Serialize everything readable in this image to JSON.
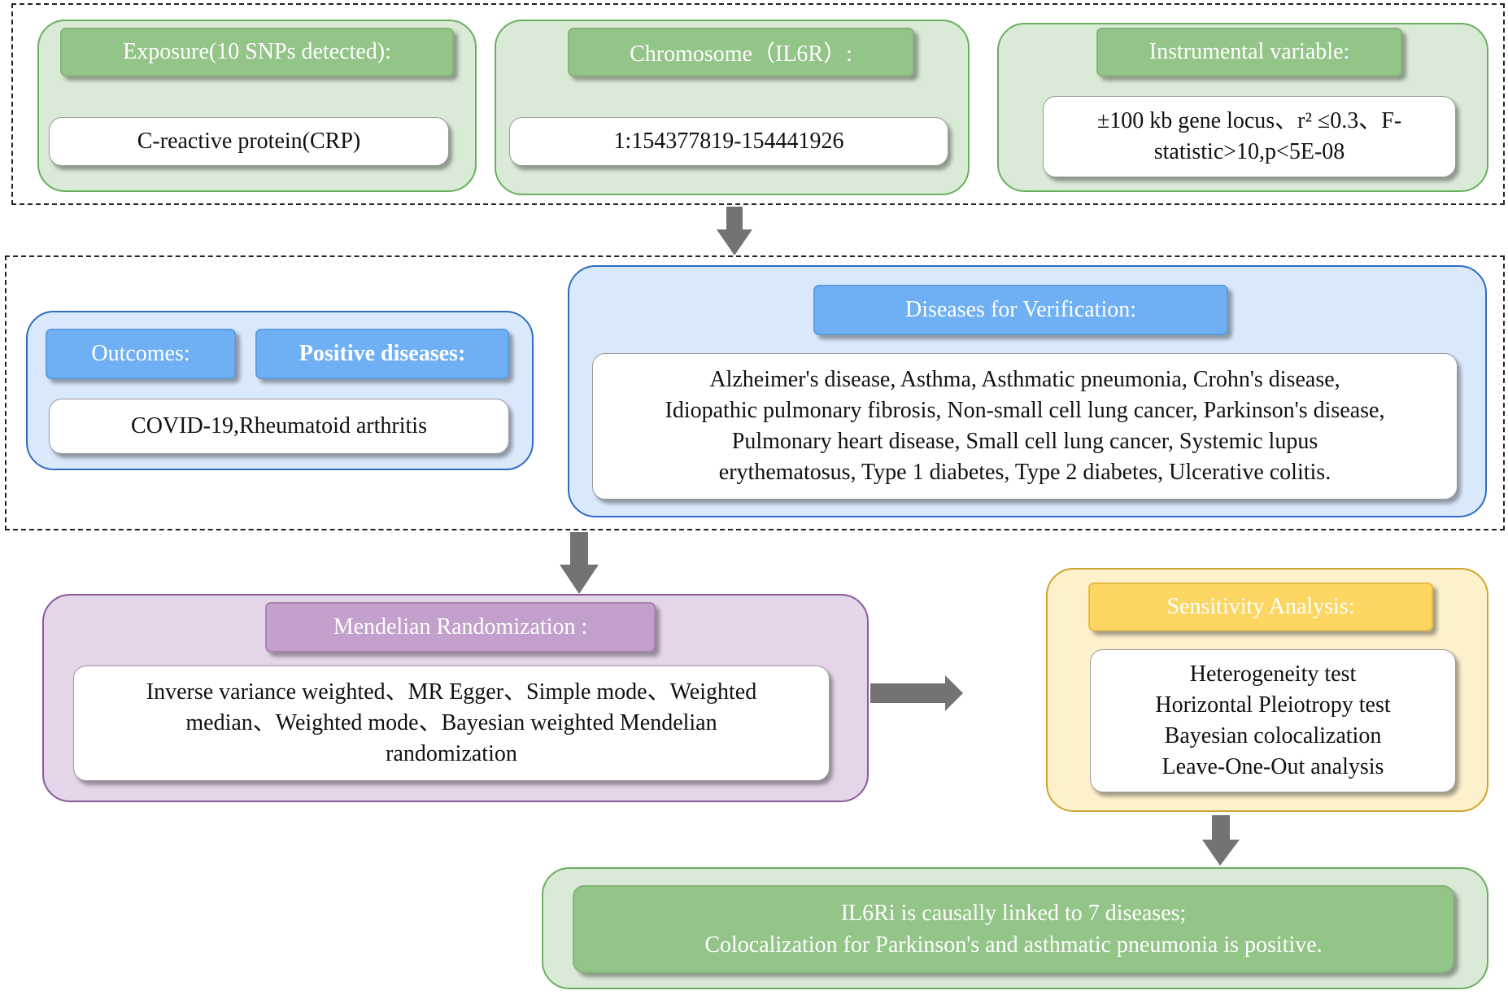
{
  "row1": {
    "exposure": {
      "header": "Exposure(10 SNPs detected):",
      "content": "C-reactive protein(CRP)"
    },
    "chromosome": {
      "header": "Chromosome（IL6R）:",
      "content": "1:154377819-154441926"
    },
    "instrument": {
      "header": "Instrumental variable:",
      "line1": "±100 kb gene locus、r² ≤0.3、F-",
      "line2": "statistic>10,p<5E-08"
    }
  },
  "row2": {
    "outcomes_header": "Outcomes:",
    "positive_header": "Positive diseases:",
    "positive_content": "COVID-19,Rheumatoid arthritis",
    "verification": {
      "header": "Diseases for Verification:",
      "lines": [
        "Alzheimer's disease, Asthma, Asthmatic pneumonia,  Crohn's disease,",
        "Idiopathic pulmonary fibrosis, Non-small cell lung cancer, Parkinson's disease,",
        "Pulmonary heart disease, Small cell lung cancer, Systemic lupus",
        "erythematosus, Type 1 diabetes, Type 2 diabetes, Ulcerative colitis."
      ]
    }
  },
  "mr": {
    "header": "Mendelian Randomization :",
    "lines": [
      "Inverse variance weighted、MR Egger、Simple mode、Weighted",
      "median、Weighted mode、Bayesian weighted Mendelian",
      "randomization"
    ]
  },
  "sensitivity": {
    "header": "Sensitivity Analysis:",
    "items": [
      "Heterogeneity test",
      "Horizontal Pleiotropy test",
      "Bayesian colocalization",
      "Leave-One-Out analysis"
    ]
  },
  "result": {
    "line1": "IL6Ri is causally linked to 7 diseases;",
    "line2": "Colocalization for Parkinson's and asthmatic pneumonia is positive."
  },
  "colors": {
    "green": "#93c488",
    "blue": "#6fb0f4",
    "purple": "#c39fcb",
    "yellow": "#fcd663",
    "arrow": "#737373"
  }
}
